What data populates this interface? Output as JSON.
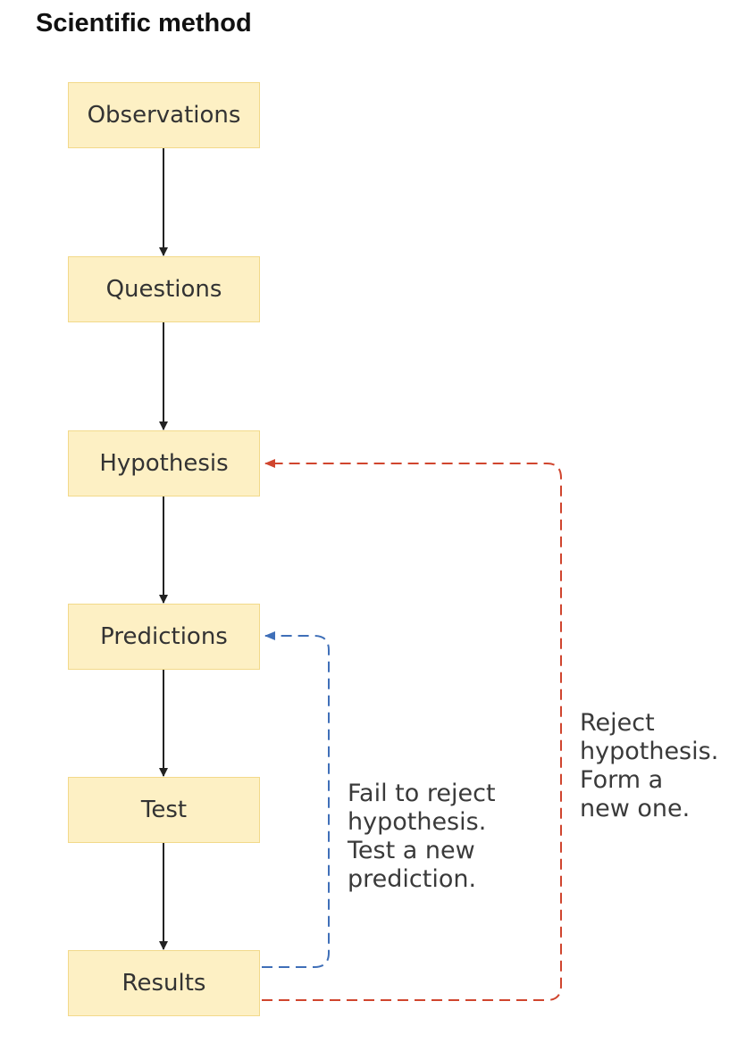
{
  "title": "Scientific method",
  "steps": [
    {
      "label": "Observations"
    },
    {
      "label": "Questions"
    },
    {
      "label": "Hypothesis"
    },
    {
      "label": "Predictions"
    },
    {
      "label": "Test"
    },
    {
      "label": "Results"
    }
  ],
  "loops": {
    "fail_to_reject": {
      "lines": [
        "Fail to reject",
        "hypothesis.",
        "Test a new",
        "prediction."
      ],
      "color": "#3f6fb8"
    },
    "reject": {
      "lines": [
        "Reject",
        "hypothesis.",
        "Form a",
        "new one."
      ],
      "color": "#d0452e"
    }
  },
  "colors": {
    "box_fill": "#fdf0c4",
    "box_border": "#f2d98a",
    "arrow": "#222222"
  }
}
